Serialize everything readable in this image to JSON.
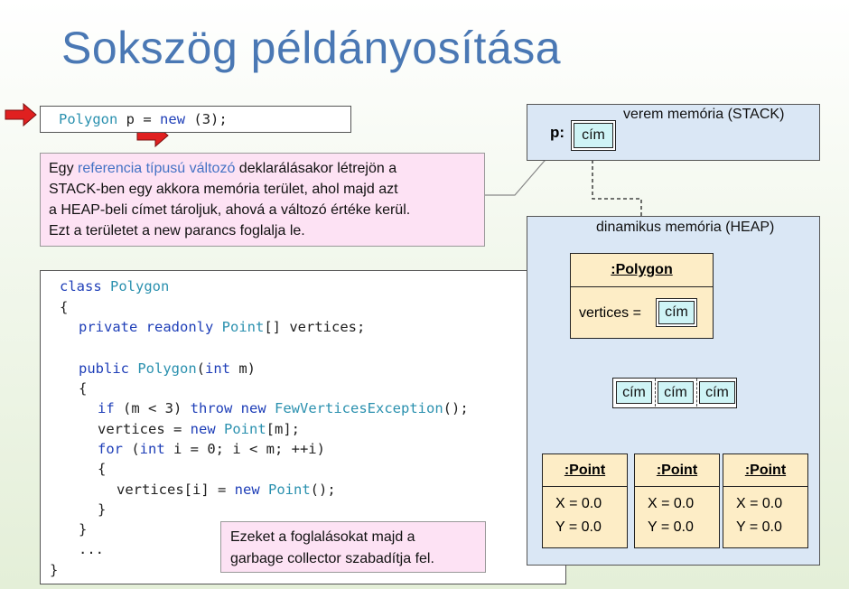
{
  "title": "Sokszög példányosítása",
  "decl_line": {
    "type": "Polygon",
    "var": "p",
    "op": "=",
    "kw_new": "new",
    "args": "(3);"
  },
  "note_top": {
    "prefix": "Egy ",
    "highlight": "referencia típusú változó",
    "line1_rest": " deklarálásakor létrejön a",
    "line2": "STACK-ben egy akkora memória terület, ahol majd azt",
    "line3": "a HEAP-beli címet tároljuk, ahová a változó értéke kerül.",
    "line4": "Ezt a területet a new parancs foglalja le."
  },
  "code": {
    "l1_kw": "class",
    "l1_ty": "Polygon",
    "l2": "{",
    "l3_kw": "private readonly",
    "l3_ty": "Point",
    "l3_rest": "[] vertices;",
    "l4_kw": "public",
    "l4_ty": "Polygon",
    "l4_p1": "(",
    "l4_kw2": "int",
    "l4_rest": " m)",
    "l5": "{",
    "l6_kw": "if",
    "l6_mid": " (m < 3) ",
    "l6_kw2": "throw new",
    "l6_ty": "FewVerticesException",
    "l6_rest": "();",
    "l7_a": "vertices = ",
    "l7_kw": "new",
    "l7_ty": "Point",
    "l7_rest": "[m];",
    "l8_kw": "for",
    "l8_p": " (",
    "l8_kw2": "int",
    "l8_rest": " i = 0; i < m; ++i)",
    "l9": "{",
    "l10_a": "vertices[i] = ",
    "l10_kw": "new",
    "l10_ty": "Point",
    "l10_rest": "();",
    "l11": "}",
    "l12": "}",
    "l13": "...",
    "l14": "}"
  },
  "note_bottom": {
    "line1": "Ezeket a foglalásokat majd a",
    "line2": "garbage collector szabadítja fel."
  },
  "stack": {
    "label": "verem memória (STACK)",
    "var": "p:",
    "addr": "cím"
  },
  "heap": {
    "label": "dinamikus memória (HEAP)",
    "polygon": {
      "head": ":Polygon",
      "field": "vertices =",
      "addr": "cím"
    },
    "array": [
      "cím",
      "cím",
      "cím"
    ],
    "points": [
      {
        "head": ":Point",
        "x": "X = 0.0",
        "y": "Y = 0.0"
      },
      {
        "head": ":Point",
        "x": "X = 0.0",
        "y": "Y = 0.0"
      },
      {
        "head": ":Point",
        "x": "X = 0.0",
        "y": "Y = 0.0"
      }
    ]
  },
  "colors": {
    "arrow": "#e02020",
    "title": "#4a78b4",
    "keyword": "#1f3fb8",
    "type": "#2b91af"
  }
}
